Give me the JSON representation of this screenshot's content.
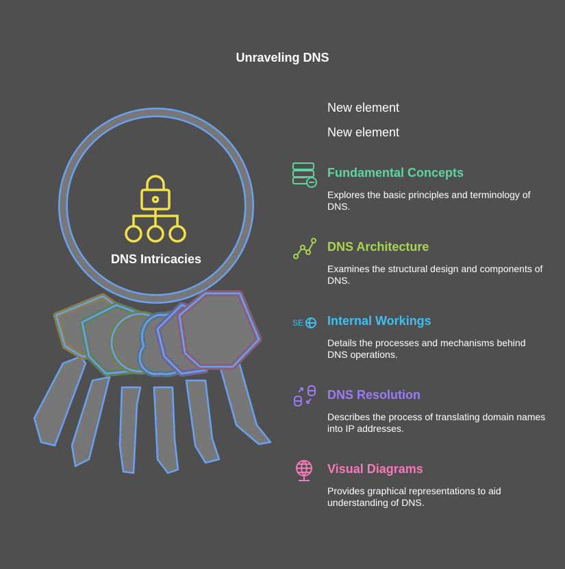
{
  "title": "Unraveling DNS",
  "placeholders": [
    "New element",
    "New element"
  ],
  "center": {
    "label": "DNS Intricacies",
    "icon": "lock-hierarchy-icon",
    "color": "#f2e14a"
  },
  "items": [
    {
      "title": "Fundamental Concepts",
      "description": "Explores the basic principles and terminology of DNS.",
      "icon": "server-minus-icon",
      "color": "#5fd4a0"
    },
    {
      "title": "DNS Architecture",
      "description": "Examines the structural design and components of DNS.",
      "icon": "line-graph-icon",
      "color": "#a8d64e"
    },
    {
      "title": "Internal Workings",
      "description": "Details the processes and mechanisms behind DNS operations.",
      "icon": "seo-icon",
      "color": "#3fbff2"
    },
    {
      "title": "DNS Resolution",
      "description": "Describes the process of translating domain names into IP addresses.",
      "icon": "database-transfer-icon",
      "color": "#9a7cf7"
    },
    {
      "title": "Visual Diagrams",
      "description": "Provides graphical representations to aid understanding of DNS.",
      "icon": "globe-icon",
      "color": "#f47ab8"
    }
  ]
}
